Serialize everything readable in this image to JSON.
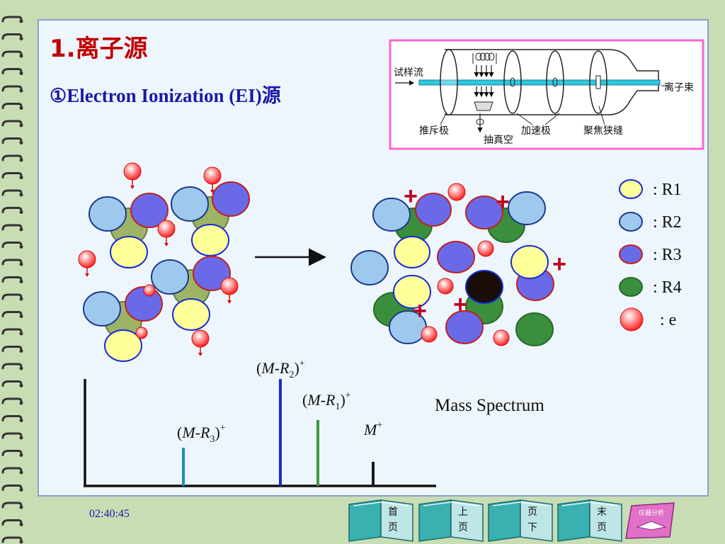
{
  "slide": {
    "title": "1.离子源",
    "subtitle": "①Electron Ionization (EI)源",
    "time": "02:40:45"
  },
  "colors": {
    "background": "#c9ddb5",
    "panel": "#eef6fd",
    "title": "#c00000",
    "subtitle": "#1a1aa6",
    "r1": "#ffff9a",
    "r2": "#9fc8ef",
    "r3": "#6a6ae8",
    "r4": "#3b8e3b",
    "e": "#ff4040",
    "olive": "#9db466",
    "diagram_border": "#ff66cc"
  },
  "instrument": {
    "labels": {
      "sample_flow": "试样流",
      "ion_beam": "离子束",
      "repeller": "推斥极",
      "vacuum": "抽真空",
      "accelerator": "加速极",
      "focus_slit": "聚焦狭缝"
    }
  },
  "legend": [
    {
      "label": ": R1"
    },
    {
      "label": ": R2"
    },
    {
      "label": ": R3"
    },
    {
      "label": ": R4"
    },
    {
      "label": ": e"
    }
  ],
  "spectrum": {
    "title": "Mass Spectrum",
    "peaks": [
      {
        "label": "(M-R3)+",
        "color": "#1a90b8"
      },
      {
        "label": "(M-R2)+",
        "color": "#1a2ad8"
      },
      {
        "label": "(M-R1)+",
        "color": "#3a9a3a"
      },
      {
        "label": "M+",
        "color": "#1a1a1a"
      }
    ]
  },
  "nav": [
    {
      "label": "首页",
      "icon": "open-book-icon"
    },
    {
      "label": "上页",
      "icon": "open-book-icon"
    },
    {
      "label": "页下",
      "icon": "open-book-icon"
    },
    {
      "label": "末页",
      "icon": "open-book-icon"
    },
    {
      "label": "仪器分析",
      "icon": "tag-icon"
    }
  ]
}
